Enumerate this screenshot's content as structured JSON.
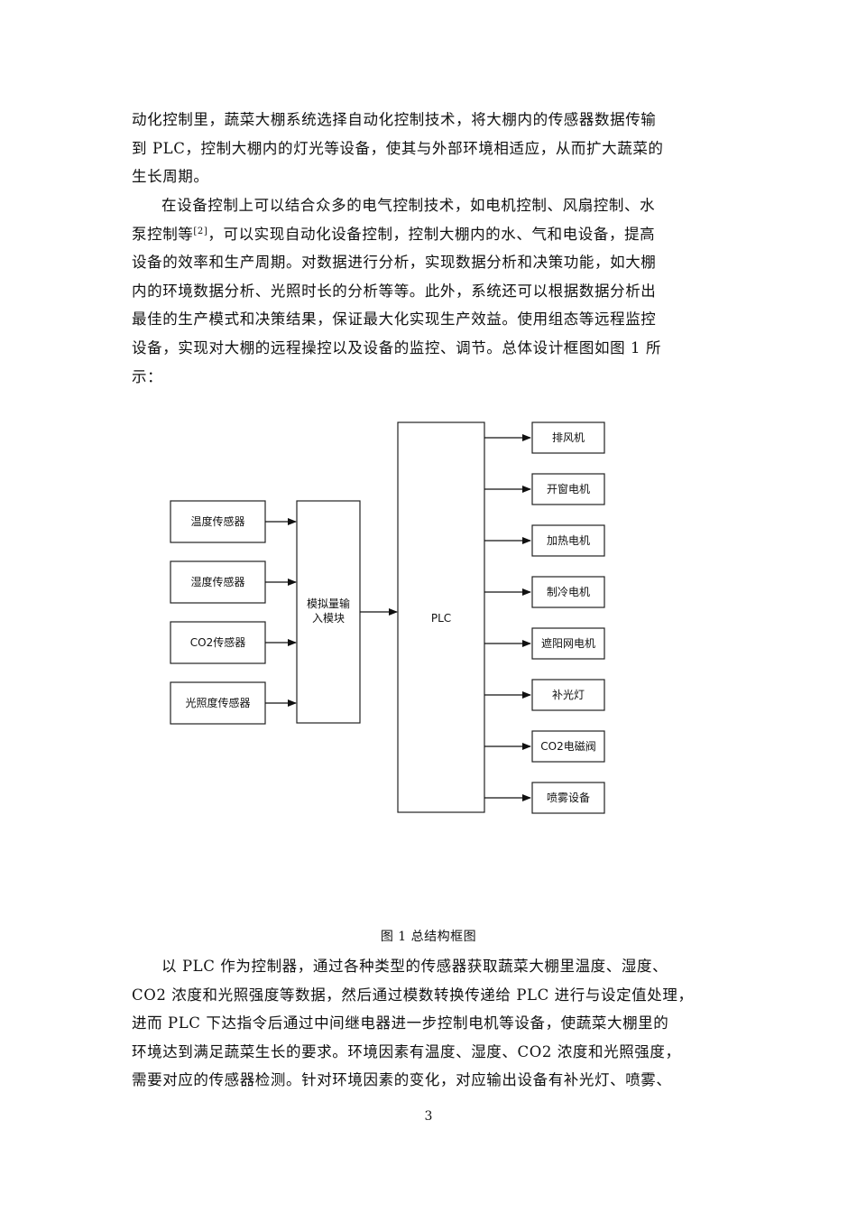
{
  "paragraphs_top": [
    {
      "lines": [
        "动化控制里，蔬菜大棚系统选择自动化控制技术，将大棚内的传感器数据传输",
        "到 PLC，控制大棚内的灯光等设备，使其与外部环境相适应，从而扩大蔬菜的",
        "生长周期。"
      ]
    },
    {
      "line1_pre": "在设备控制上可以结合众多的电气控制技术，如电机控制、风扇控制、水",
      "line2_pre": "泵控制等",
      "citation": "[2]",
      "line2_post": "，可以实现自动化设备控制，控制大棚内的水、气和电设备，提高",
      "lines_rest": [
        "设备的效率和生产周期。对数据进行分析，实现数据分析和决策功能，如大棚",
        "内的环境数据分析、光照时长的分析等等。此外，系统还可以根据数据分析出",
        "最佳的生产模式和决策结果，保证最大化实现生产效益。使用组态等远程监控",
        "设备，实现对大棚的远程操控以及设备的监控、调节。总体设计框图如图 1 所",
        "示："
      ]
    }
  ],
  "diagram": {
    "sensors": [
      "温度传感器",
      "湿度传感器",
      "CO2传感器",
      "光照度传感器"
    ],
    "module": [
      "模拟量输",
      "入模块"
    ],
    "plc": "PLC",
    "outputs": [
      "排风机",
      "开窗电机",
      "加热电机",
      "制冷电机",
      "遮阳网电机",
      "补光灯",
      "CO2电磁阀",
      "喷雾设备"
    ]
  },
  "caption": "图 1  总结构框图",
  "paragraph_bottom": {
    "lines": [
      "以 PLC 作为控制器，通过各种类型的传感器获取蔬菜大棚里温度、湿度、",
      "CO2 浓度和光照强度等数据，然后通过模数转换传递给 PLC 进行与设定值处理，",
      "进而 PLC 下达指令后通过中间继电器进一步控制电机等设备，使蔬菜大棚里的",
      "环境达到满足蔬菜生长的要求。环境因素有温度、湿度、CO2 浓度和光照强度，",
      "需要对应的传感器检测。针对环境因素的变化，对应输出设备有补光灯、喷雾、"
    ]
  },
  "page_number": "3"
}
